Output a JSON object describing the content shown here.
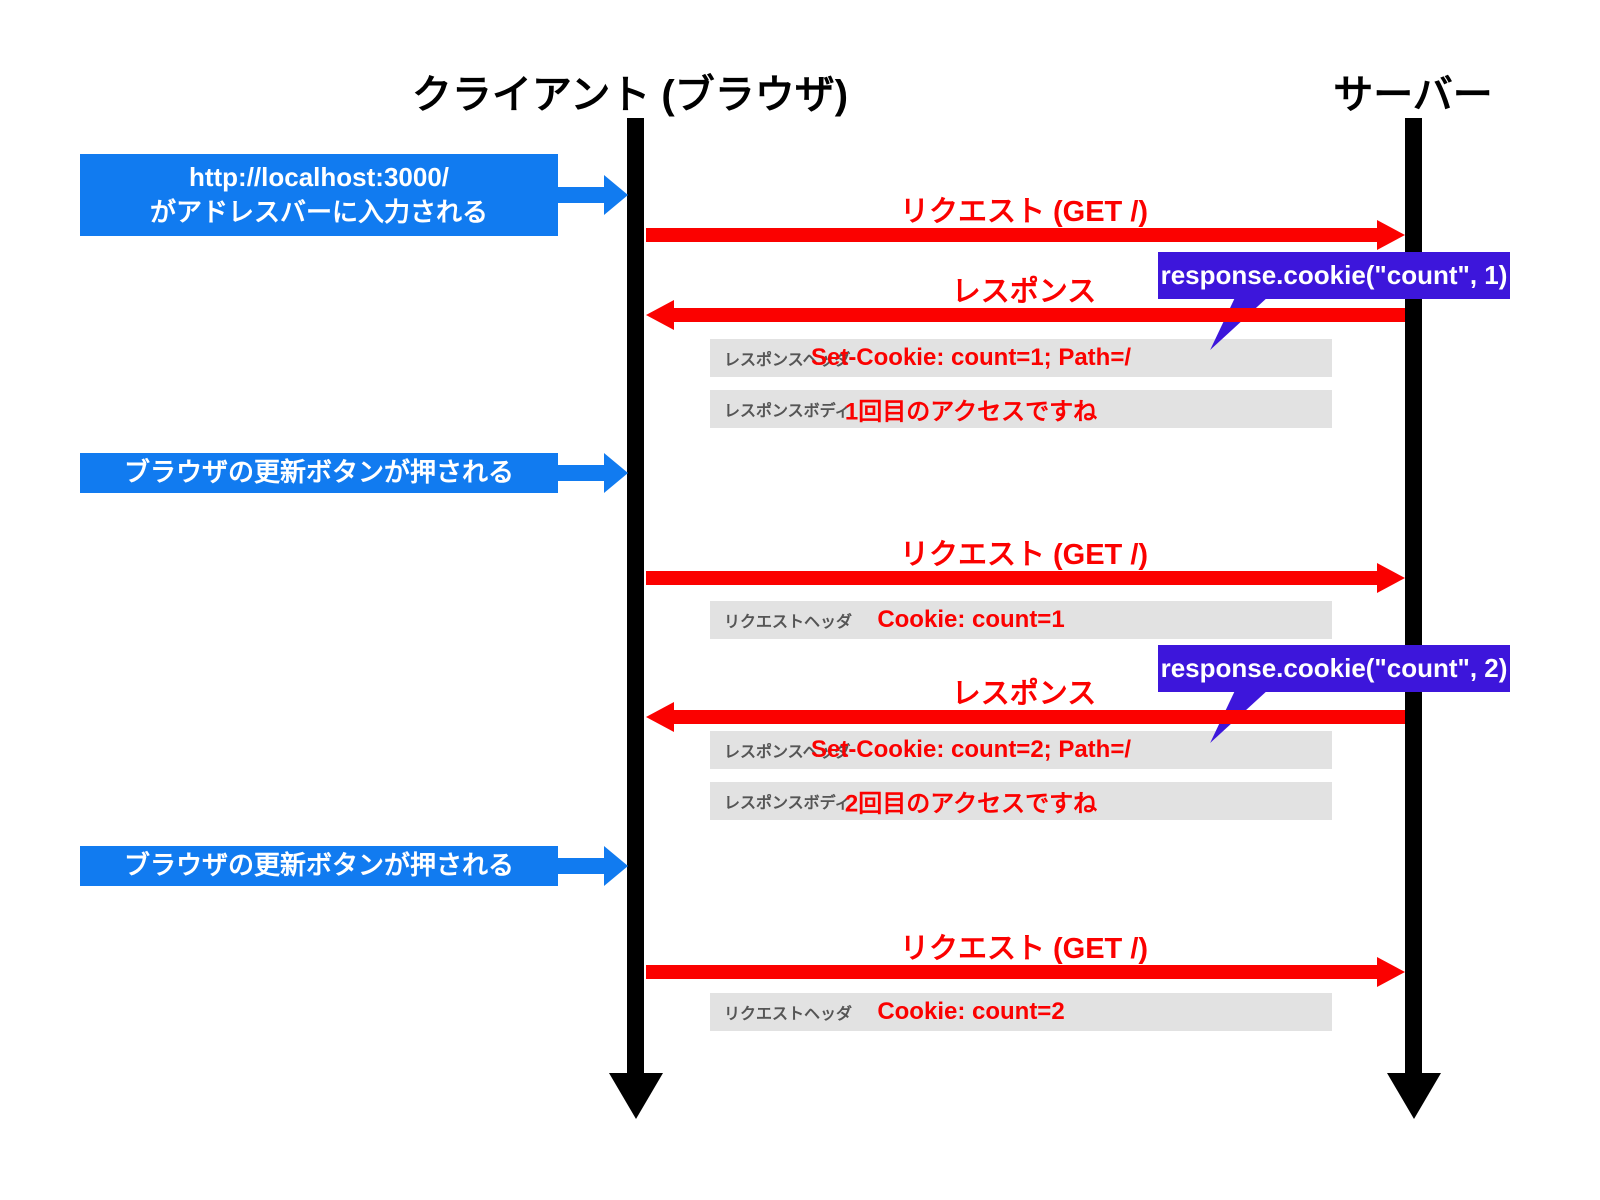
{
  "colors": {
    "event_blue": "#117bf0",
    "message_red": "#fb0100",
    "callout_purple": "#3d16db",
    "detail_bg_gray": "#e2e2e2",
    "detail_label_gray": "#555555",
    "lifeline_black": "#000000"
  },
  "participants": {
    "client": "クライアント (ブラウザ)",
    "server": "サーバー"
  },
  "client_events": [
    {
      "line1": "http://localhost:3000/",
      "line2": "がアドレスバーに入力される"
    },
    {
      "line1": "ブラウザの更新ボタンが押される"
    },
    {
      "line1": "ブラウザの更新ボタンが押される"
    }
  ],
  "messages": [
    {
      "label": "リクエスト (GET /)",
      "direction": "client-to-server"
    },
    {
      "label": "レスポンス",
      "direction": "server-to-client"
    },
    {
      "label": "リクエスト (GET /)",
      "direction": "client-to-server"
    },
    {
      "label": "レスポンス",
      "direction": "server-to-client"
    },
    {
      "label": "リクエスト (GET /)",
      "direction": "client-to-server"
    }
  ],
  "callouts": [
    {
      "code": "response.cookie(\"count\", 1)"
    },
    {
      "code": "response.cookie(\"count\", 2)"
    }
  ],
  "details": [
    {
      "label": "レスポンスヘッダ",
      "value": "Set-Cookie: count=1; Path=/"
    },
    {
      "label": "レスポンスボディ",
      "value": "1回目のアクセスですね"
    },
    {
      "label": "リクエストヘッダ",
      "value": "Cookie: count=1"
    },
    {
      "label": "レスポンスヘッダ",
      "value": "Set-Cookie: count=2; Path=/"
    },
    {
      "label": "レスポンスボディ",
      "value": "2回目のアクセスですね"
    },
    {
      "label": "リクエストヘッダ",
      "value": "Cookie: count=2"
    }
  ]
}
